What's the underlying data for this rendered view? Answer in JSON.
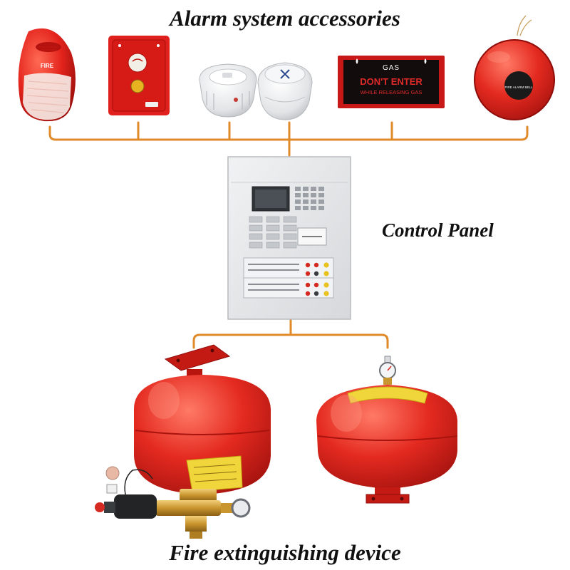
{
  "titles": {
    "accessories": "Alarm system accessories",
    "panel": "Control Panel",
    "extinguishing": "Fire extinguishing device"
  },
  "labels": {
    "strobe": "FIRE",
    "gas_sign_top": "GAS",
    "gas_sign_main": "DON'T ENTER",
    "gas_sign_sub": "WHILE RELEASING GAS",
    "bell": "FIRE ALARM BELL"
  },
  "colors": {
    "connector": "#e08a2a",
    "device_red": "#e0201c",
    "panel_grey": "#e4e6e8",
    "sign_red": "#d01a1a"
  },
  "icons": [
    "strobe-siren-icon",
    "manual-call-point-icon",
    "smoke-detector-icon",
    "heat-detector-icon",
    "gas-sign-icon",
    "alarm-bell-icon",
    "control-panel-icon",
    "valve-cylinder-icon",
    "suspended-cylinder-icon"
  ]
}
